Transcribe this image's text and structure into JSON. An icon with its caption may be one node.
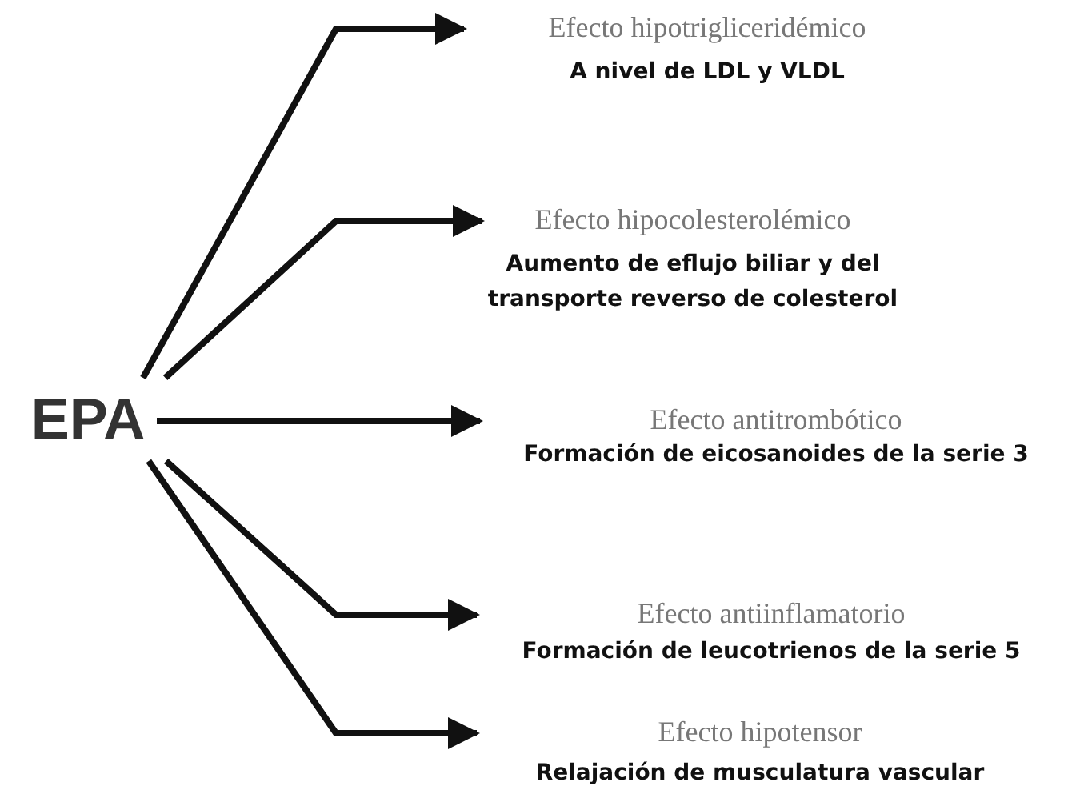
{
  "diagram": {
    "nodes": [
      {
        "text": [
          "EPA"
        ]
      },
      {
        "text": [
          "Efecto hipotrigliceridémico",
          "A nivel de LDL y VLDL"
        ]
      },
      {
        "text": [
          "Efecto hipocolesterolémico",
          "Aumento de eflujo biliar y del transporte reverso de colesterol"
        ]
      },
      {
        "text": [
          "Efecto antitrombótico",
          "Formación de eicosanoides de la serie 3"
        ]
      },
      {
        "text": [
          "Efecto antiinflamatorio",
          "Formación de leucotrienos de la serie 5"
        ]
      },
      {
        "text": [
          "Efecto hipotensor",
          "Relajación de musculatura vascular"
        ]
      }
    ],
    "edges": [
      {
        "from": 0,
        "to": 1,
        "arrow": "to"
      },
      {
        "from": 0,
        "to": 2,
        "arrow": "to"
      },
      {
        "from": 0,
        "to": 3,
        "arrow": "to"
      },
      {
        "from": 0,
        "to": 4,
        "arrow": "to"
      },
      {
        "from": 0,
        "to": 5,
        "arrow": "to"
      }
    ]
  }
}
